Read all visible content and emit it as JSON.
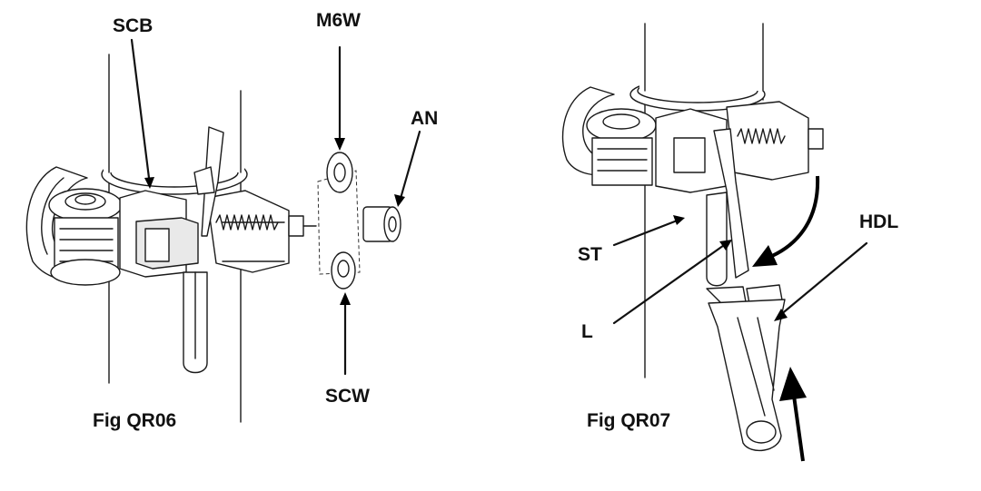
{
  "figures": [
    {
      "caption": "Fig QR06",
      "labels": [
        "SCB",
        "M6W",
        "AN",
        "SCW"
      ]
    },
    {
      "caption": "Fig QR07",
      "labels": [
        "ST",
        "L",
        "HDL"
      ]
    }
  ]
}
